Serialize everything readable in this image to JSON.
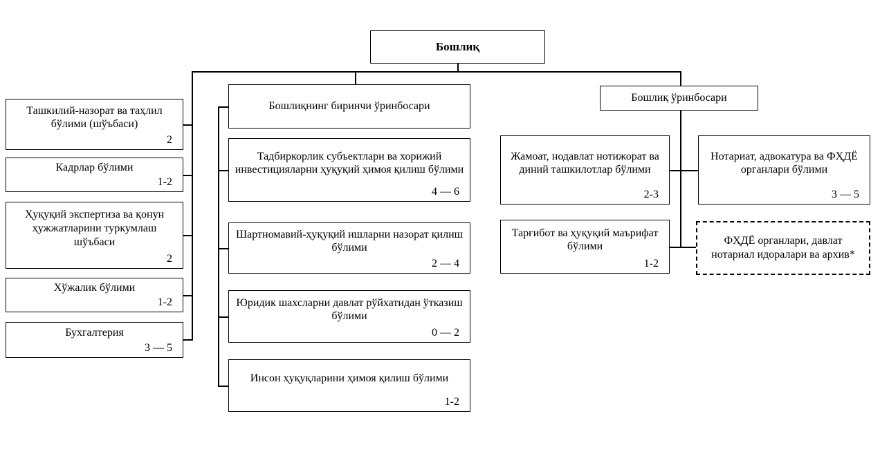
{
  "chart": {
    "root": {
      "label": "Бошлиқ"
    },
    "left_column": [
      {
        "label": "Ташкилий-назорат ва таҳлил бўлими (шўъбаси)",
        "count": "2"
      },
      {
        "label": "Кадрлар бўлими",
        "count": "1-2"
      },
      {
        "label": "Ҳуқуқий экспертиза ва қонун ҳужжатларини туркумлаш шўъбаси",
        "count": "2"
      },
      {
        "label": "Хўжалик бўлими",
        "count": "1-2"
      },
      {
        "label": "Бухгалтерия",
        "count": "3 — 5"
      }
    ],
    "first_deputy": {
      "label": "Бошлиқнинг биринчи ўринбосари"
    },
    "first_deputy_departments": [
      {
        "label": "Тадбиркорлик субъектлари ва хорижий инвестицияларни ҳуқуқий ҳимоя қилиш бўлими",
        "count": "4 — 6"
      },
      {
        "label": "Шартномавий-ҳуқуқий ишларни назорат қилиш бўлими",
        "count": "2 — 4"
      },
      {
        "label": "Юридик шахсларни давлат рўйхатидан ўтказиш бўлими",
        "count": "0 — 2"
      },
      {
        "label": "Инсон ҳуқуқларини ҳимоя қилиш бўлими",
        "count": "1-2"
      }
    ],
    "deputy": {
      "label": "Бошлиқ ўринбосари"
    },
    "deputy_departments_left": [
      {
        "label": "Жамоат, нодавлат нотижорат ва диний ташкилотлар бўлими",
        "count": "2-3"
      },
      {
        "label": "Тарғибот ва ҳуқуқий маърифат бўлими",
        "count": "1-2"
      }
    ],
    "deputy_departments_right": [
      {
        "label": "Нотариат, адвокатура ва ФҲДЁ органлари бўлими",
        "count": "3 — 5"
      },
      {
        "label": "ФҲДЁ органлари, давлат нотариал идоралари ва архив*"
      }
    ]
  }
}
